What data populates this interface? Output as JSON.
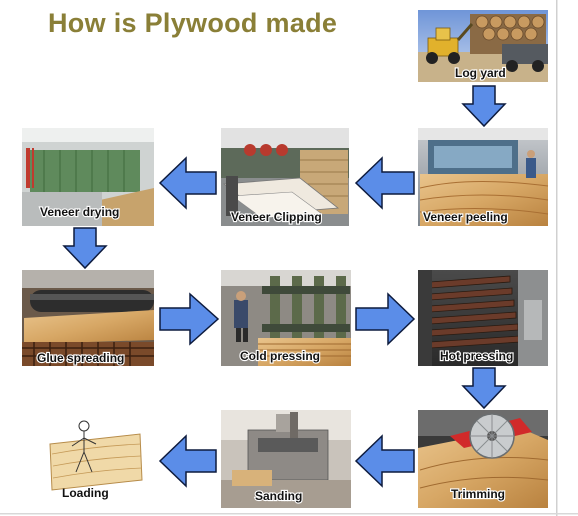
{
  "title": "How is Plywood made",
  "steps": [
    {
      "id": "log-yard",
      "label": "Log yard"
    },
    {
      "id": "veneer-peeling",
      "label": "Veneer peeling"
    },
    {
      "id": "veneer-clipping",
      "label": "Veneer Clipping"
    },
    {
      "id": "veneer-drying",
      "label": "Veneer drying"
    },
    {
      "id": "glue-spreading",
      "label": "Glue spreading"
    },
    {
      "id": "cold-pressing",
      "label": "Cold pressing"
    },
    {
      "id": "hot-pressing",
      "label": "Hot pressing"
    },
    {
      "id": "trimming",
      "label": "Trimming"
    },
    {
      "id": "sanding",
      "label": "Sanding"
    },
    {
      "id": "loading",
      "label": "Loading"
    }
  ],
  "colors": {
    "title": "#8a7f37",
    "arrow_fill": "#5b8de8",
    "arrow_stroke": "#0d1b3e"
  }
}
